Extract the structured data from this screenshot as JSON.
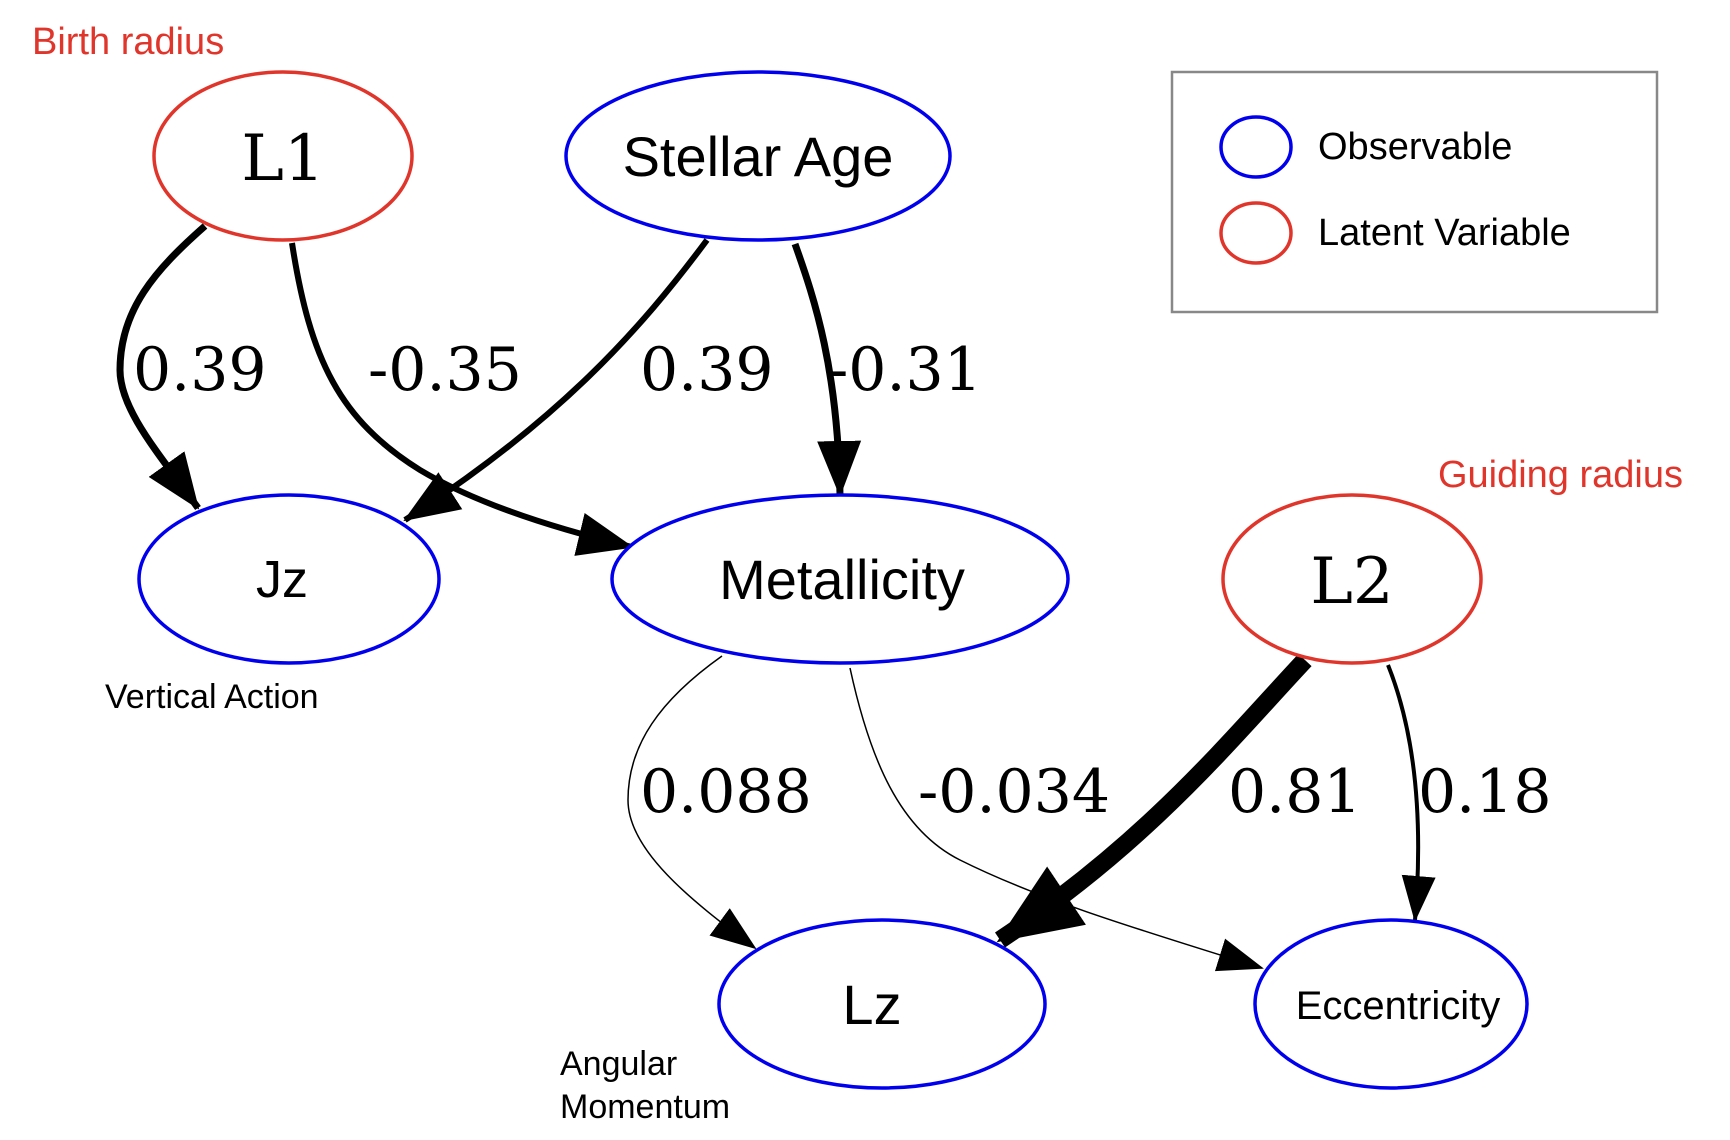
{
  "colors": {
    "observable": "#0000ee",
    "latent": "#e0352b",
    "edge": "#000000",
    "legend_border": "#888888"
  },
  "nodes": {
    "l1": {
      "label": "L1",
      "type": "latent",
      "annotation": "Birth radius"
    },
    "stellar_age": {
      "label": "Stellar Age",
      "type": "observable"
    },
    "jz": {
      "label": "Jz",
      "type": "observable",
      "annotation": "Vertical Action"
    },
    "metallicity": {
      "label": "Metallicity",
      "type": "observable"
    },
    "l2": {
      "label": "L2",
      "type": "latent",
      "annotation": "Guiding radius"
    },
    "lz": {
      "label": "Lz",
      "type": "observable",
      "annotation_line1": "Angular",
      "annotation_line2": "Momentum"
    },
    "eccentricity": {
      "label": "Eccentricity",
      "type": "observable"
    }
  },
  "edges": [
    {
      "from": "L1",
      "to": "Jz",
      "weight": "0.39"
    },
    {
      "from": "L1",
      "to": "Metallicity",
      "weight": "-0.35"
    },
    {
      "from": "Stellar Age",
      "to": "Jz",
      "weight": "0.39"
    },
    {
      "from": "Stellar Age",
      "to": "Metallicity",
      "weight": "-0.31"
    },
    {
      "from": "Metallicity",
      "to": "Lz",
      "weight": "0.088"
    },
    {
      "from": "Metallicity",
      "to": "Eccentricity",
      "weight": "-0.034"
    },
    {
      "from": "L2",
      "to": "Lz",
      "weight": "0.81"
    },
    {
      "from": "L2",
      "to": "Eccentricity",
      "weight": "0.18"
    }
  ],
  "legend": {
    "items": [
      {
        "label": "Observable",
        "type": "observable"
      },
      {
        "label": "Latent Variable",
        "type": "latent"
      }
    ]
  }
}
